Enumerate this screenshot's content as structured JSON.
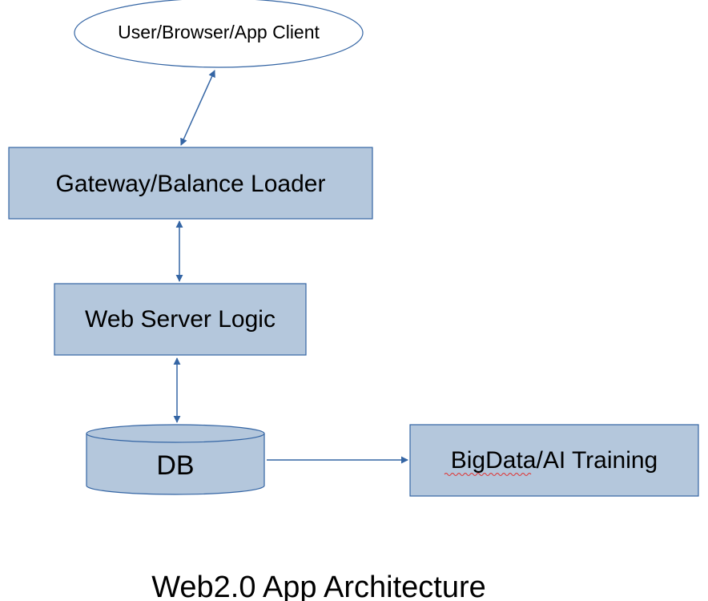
{
  "diagram": {
    "title": "Web2.0 App Architecture",
    "nodes": {
      "client": {
        "label": "User/Browser/App Client",
        "shape": "ellipse"
      },
      "gateway": {
        "label": "Gateway/Balance Loader",
        "shape": "rect"
      },
      "webserver": {
        "label": "Web Server Logic",
        "shape": "rect"
      },
      "db": {
        "label": "DB",
        "shape": "cylinder"
      },
      "bigdata": {
        "label": "BigData/AI Training",
        "shape": "rect"
      }
    },
    "edges": [
      {
        "from": "client",
        "to": "gateway",
        "direction": "both"
      },
      {
        "from": "gateway",
        "to": "webserver",
        "direction": "both"
      },
      {
        "from": "webserver",
        "to": "db",
        "direction": "both"
      },
      {
        "from": "db",
        "to": "bigdata",
        "direction": "forward"
      }
    ],
    "colors": {
      "box_fill": "#b4c7dc",
      "box_stroke": "#3465a4",
      "edge": "#3465a4",
      "ellipse_fill": "#ffffff"
    }
  }
}
